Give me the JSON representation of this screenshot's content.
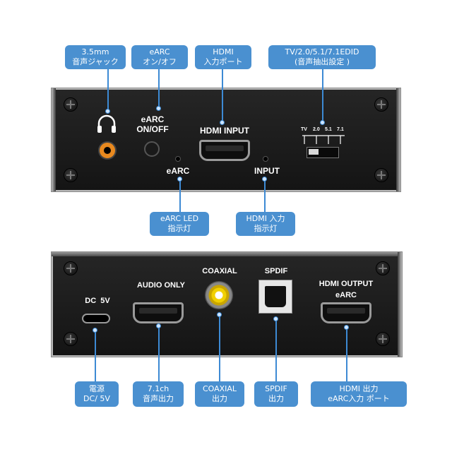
{
  "top_panel": {
    "labels": {
      "earc_onoff_line1": "eARC",
      "earc_onoff_line2": "ON/OFF",
      "hdmi_input": "HDMI INPUT",
      "earc": "eARC",
      "input": "INPUT",
      "switch_positions": [
        "TV",
        "2.0",
        "5.1",
        "7.1"
      ]
    }
  },
  "bottom_panel": {
    "labels": {
      "dc5v": "DC  5V",
      "audio_only": "AUDIO ONLY",
      "coaxial": "COAXIAL",
      "spdif": "SPDIF",
      "hdmi_output_line1": "HDMI OUTPUT",
      "hdmi_output_line2": "eARC"
    }
  },
  "callouts": {
    "headphone": [
      "3.5mm",
      "音声ジャック"
    ],
    "earc_switch": [
      "eARC",
      "オン/オフ"
    ],
    "hdmi_port": [
      "HDMI",
      "入力ポート"
    ],
    "edid": [
      "TV/2.0/5.1/7.1EDID",
      "(音声抽出設定 )"
    ],
    "earc_led": [
      "eARC LED",
      "指示灯"
    ],
    "hdmi_led": [
      "HDMI 入力",
      "指示灯"
    ],
    "power": [
      "電源",
      "DC/ 5V"
    ],
    "audio71": [
      "7.1ch",
      "音声出力"
    ],
    "coaxial_out": [
      "COAXIAL",
      "出力"
    ],
    "spdif_out": [
      "SPDIF",
      "出力"
    ],
    "hdmi_out": [
      "HDMI 出力",
      "eARC入力 ポート"
    ]
  },
  "colors": {
    "callout_bg": "#4a90d0",
    "panel_bg": "#1c1c1c",
    "jack_ring": "#e8891f",
    "coax_ring": "#f1d000"
  }
}
